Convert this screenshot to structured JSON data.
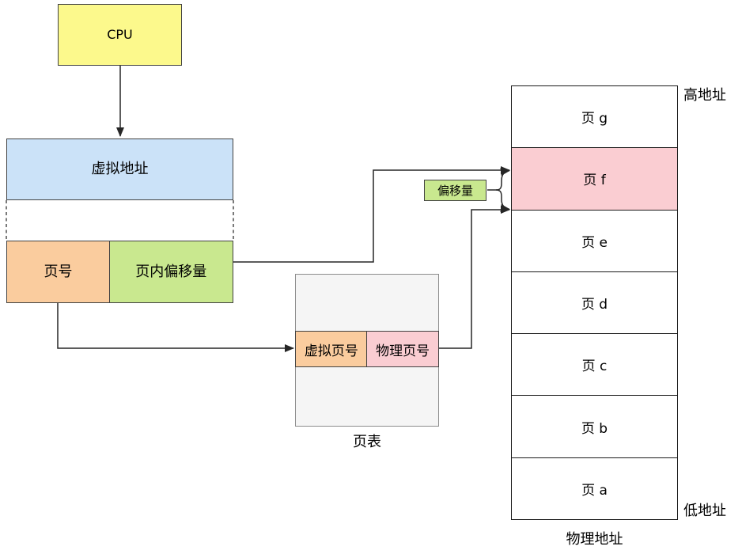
{
  "diagram": {
    "cpu": {
      "label": "CPU"
    },
    "virtual_address": {
      "label": "虚拟地址"
    },
    "page_number": {
      "label": "页号"
    },
    "page_offset": {
      "label": "页内偏移量"
    },
    "offset_tag": {
      "label": "偏移量"
    },
    "page_table": {
      "caption": "页表",
      "entry": {
        "virtual_page": "虚拟页号",
        "physical_page": "物理页号"
      }
    },
    "physical_memory": {
      "caption": "物理地址",
      "high_label": "高地址",
      "low_label": "低地址",
      "pages": [
        {
          "label": "页 g",
          "highlighted": false
        },
        {
          "label": "页 f",
          "highlighted": true
        },
        {
          "label": "页 e",
          "highlighted": false
        },
        {
          "label": "页 d",
          "highlighted": false
        },
        {
          "label": "页 c",
          "highlighted": false
        },
        {
          "label": "页 b",
          "highlighted": false
        },
        {
          "label": "页 a",
          "highlighted": false
        }
      ]
    },
    "colors": {
      "cpu_fill": "#FCF98C",
      "virtual_address_fill": "#CBE2F8",
      "page_number_fill": "#FACC9E",
      "offset_fill": "#C9E88F",
      "physical_page_fill": "#FACDD2",
      "highlighted_page_fill": "#FACDD2",
      "page_table_fill": "#F5F5F5",
      "line_color": "#262626"
    }
  }
}
